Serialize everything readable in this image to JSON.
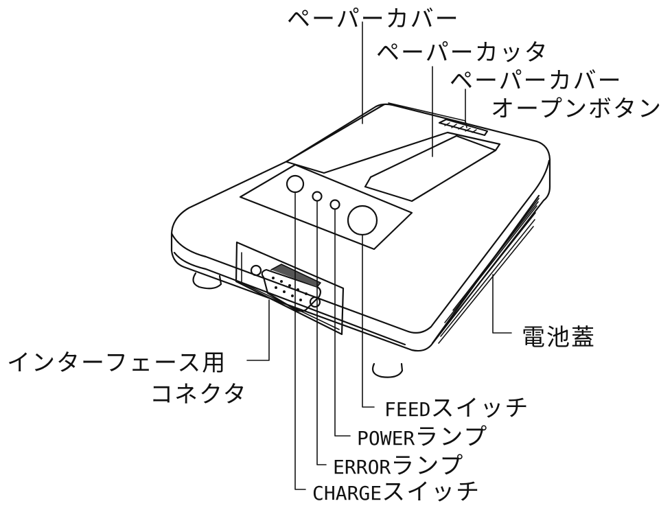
{
  "labels": {
    "paper_cover": "ペーパーカバー",
    "paper_cutter": "ペーパーカッタ",
    "cover_open_button_1": "ペーパーカバー",
    "cover_open_button_2": "オープンボタン",
    "battery_cover": "電池蓋",
    "interface_connector_1": "インターフェース用",
    "interface_connector_2": "コネクタ",
    "feed_switch_a": "FEED",
    "feed_switch_b": "スイッチ",
    "power_lamp_a": "POWER",
    "power_lamp_b": "ランプ",
    "error_lamp_a": "ERROR",
    "error_lamp_b": "ランプ",
    "charge_switch_a": "CHARGE",
    "charge_switch_b": "スイッチ"
  }
}
